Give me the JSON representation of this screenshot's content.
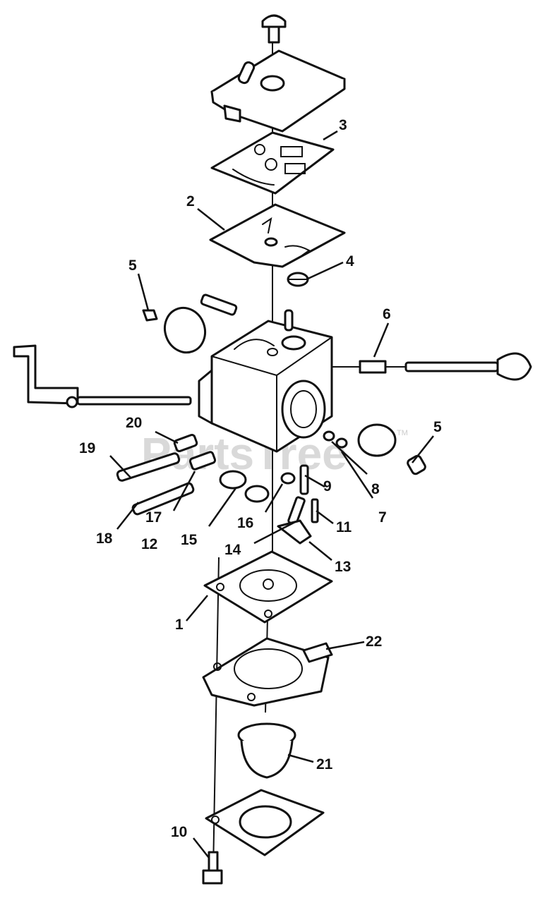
{
  "watermark": {
    "text": "PartsTree",
    "trademark": "TM"
  },
  "callouts": [
    {
      "id": "c1",
      "text": "1"
    },
    {
      "id": "c2",
      "text": "2"
    },
    {
      "id": "c3",
      "text": "3"
    },
    {
      "id": "c4",
      "text": "4"
    },
    {
      "id": "c5a",
      "text": "5"
    },
    {
      "id": "c5b",
      "text": "5"
    },
    {
      "id": "c6",
      "text": "6"
    },
    {
      "id": "c7",
      "text": "7"
    },
    {
      "id": "c8",
      "text": "8"
    },
    {
      "id": "c9",
      "text": "9"
    },
    {
      "id": "c10",
      "text": "10"
    },
    {
      "id": "c11",
      "text": "11"
    },
    {
      "id": "c12",
      "text": "12"
    },
    {
      "id": "c13",
      "text": "13"
    },
    {
      "id": "c14",
      "text": "14"
    },
    {
      "id": "c15",
      "text": "15"
    },
    {
      "id": "c16",
      "text": "16"
    },
    {
      "id": "c17",
      "text": "17"
    },
    {
      "id": "c18",
      "text": "18"
    },
    {
      "id": "c19",
      "text": "19"
    },
    {
      "id": "c20",
      "text": "20"
    },
    {
      "id": "c21",
      "text": "21"
    },
    {
      "id": "c22",
      "text": "22"
    }
  ]
}
